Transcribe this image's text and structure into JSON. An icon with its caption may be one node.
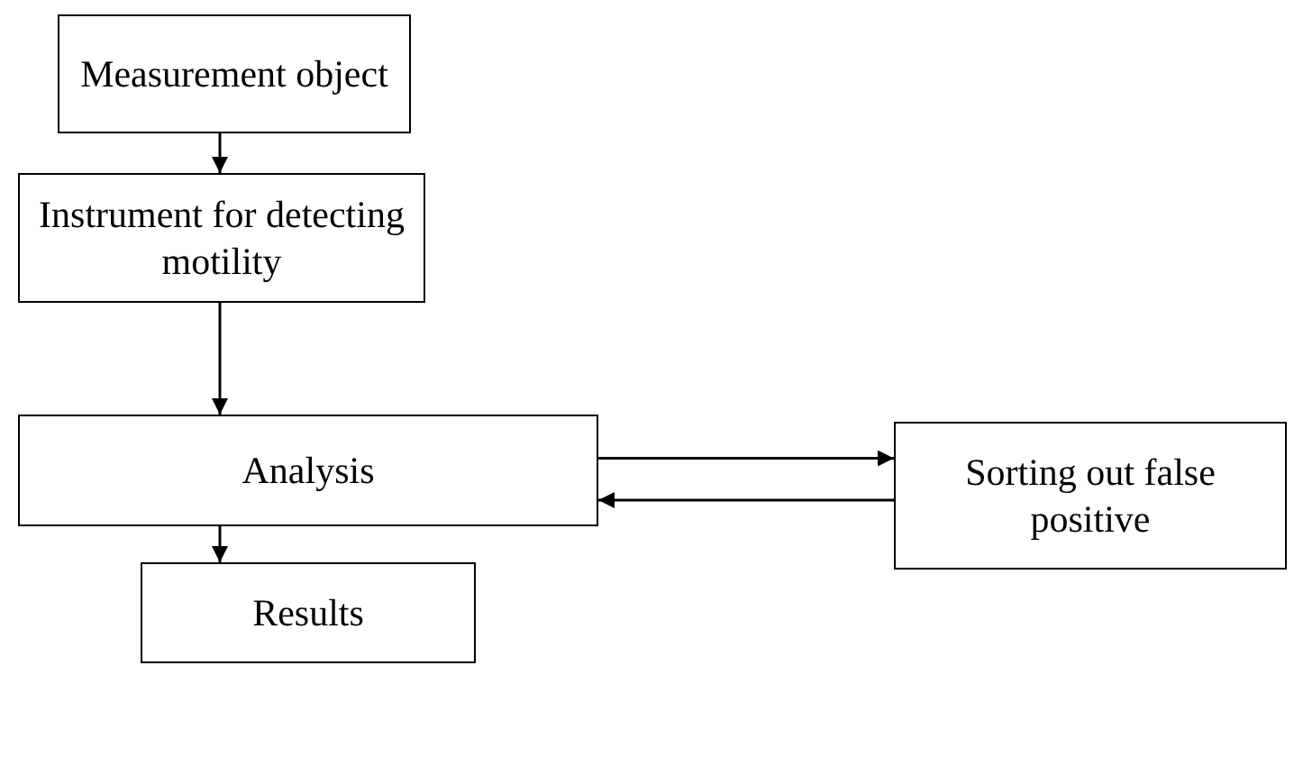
{
  "diagram": {
    "nodes": [
      {
        "text": [
          "Measurement object"
        ]
      },
      {
        "text": [
          "Instrument for detecting motility"
        ]
      },
      {
        "text": [
          "Analysis"
        ]
      },
      {
        "text": [
          "Sorting out false positive"
        ]
      },
      {
        "text": [
          "Results"
        ]
      }
    ],
    "edges": [
      {
        "from": 0,
        "to": 1,
        "arrow": "to"
      },
      {
        "from": 1,
        "to": 2,
        "arrow": "to"
      },
      {
        "from": 2,
        "to": 3,
        "arrow": "to"
      },
      {
        "from": 3,
        "to": 2,
        "arrow": "to"
      },
      {
        "from": 2,
        "to": 4,
        "arrow": "to"
      }
    ]
  }
}
